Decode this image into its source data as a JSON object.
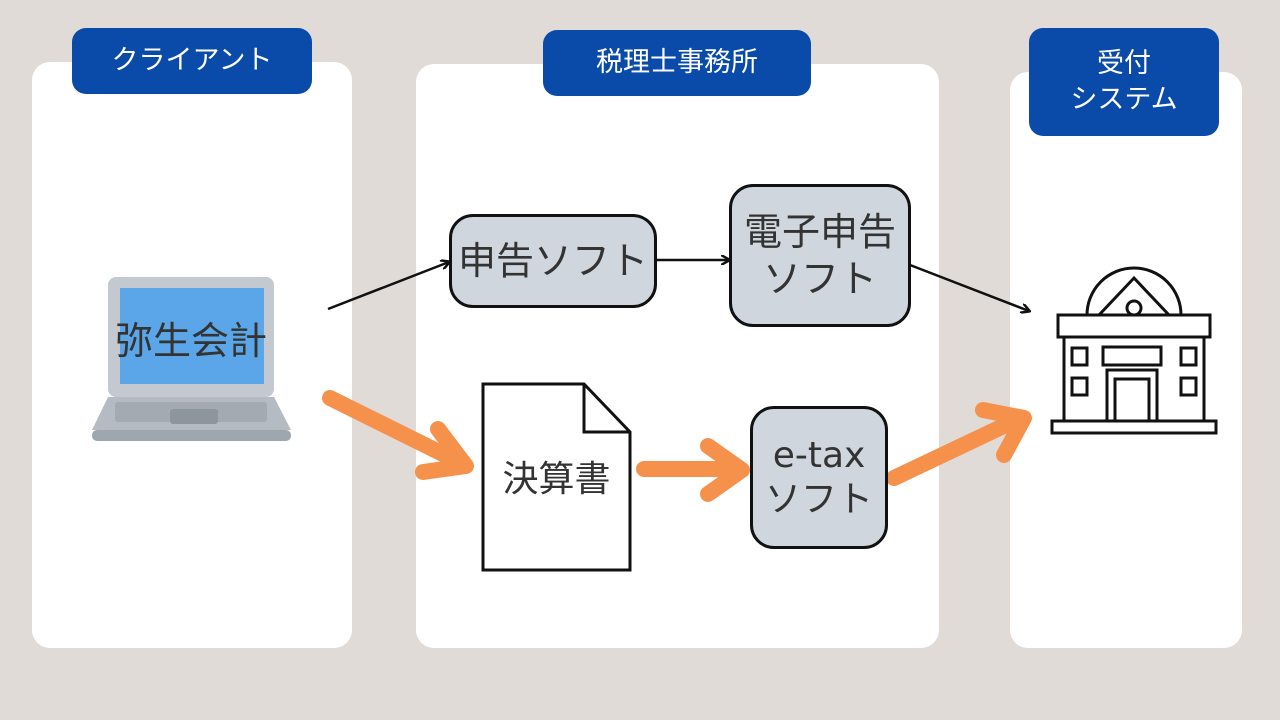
{
  "columns": {
    "client": {
      "title": "クライアント"
    },
    "office": {
      "title": "税理士事務所"
    },
    "receipt": {
      "title_line1": "受付",
      "title_line2": "システム"
    }
  },
  "nodes": {
    "laptop": {
      "label": "弥生会計"
    },
    "tax_software": {
      "label": "申告ソフト"
    },
    "e_filing_software": {
      "label_line1": "電子申告",
      "label_line2": "ソフト"
    },
    "financial_statement": {
      "label": "決算書"
    },
    "etax_software": {
      "label_line1": "e-tax",
      "label_line2": "ソフト"
    }
  },
  "icons": {
    "laptop": "laptop-icon",
    "document": "document-icon",
    "building": "government-building-icon"
  },
  "colors": {
    "background": "#e0dbd7",
    "header_blue": "#0a4aa8",
    "node_fill": "#cfd6dd",
    "screen_blue": "#5aa6e8",
    "orange_arrow": "#f5914a",
    "black_arrow": "#111111"
  }
}
